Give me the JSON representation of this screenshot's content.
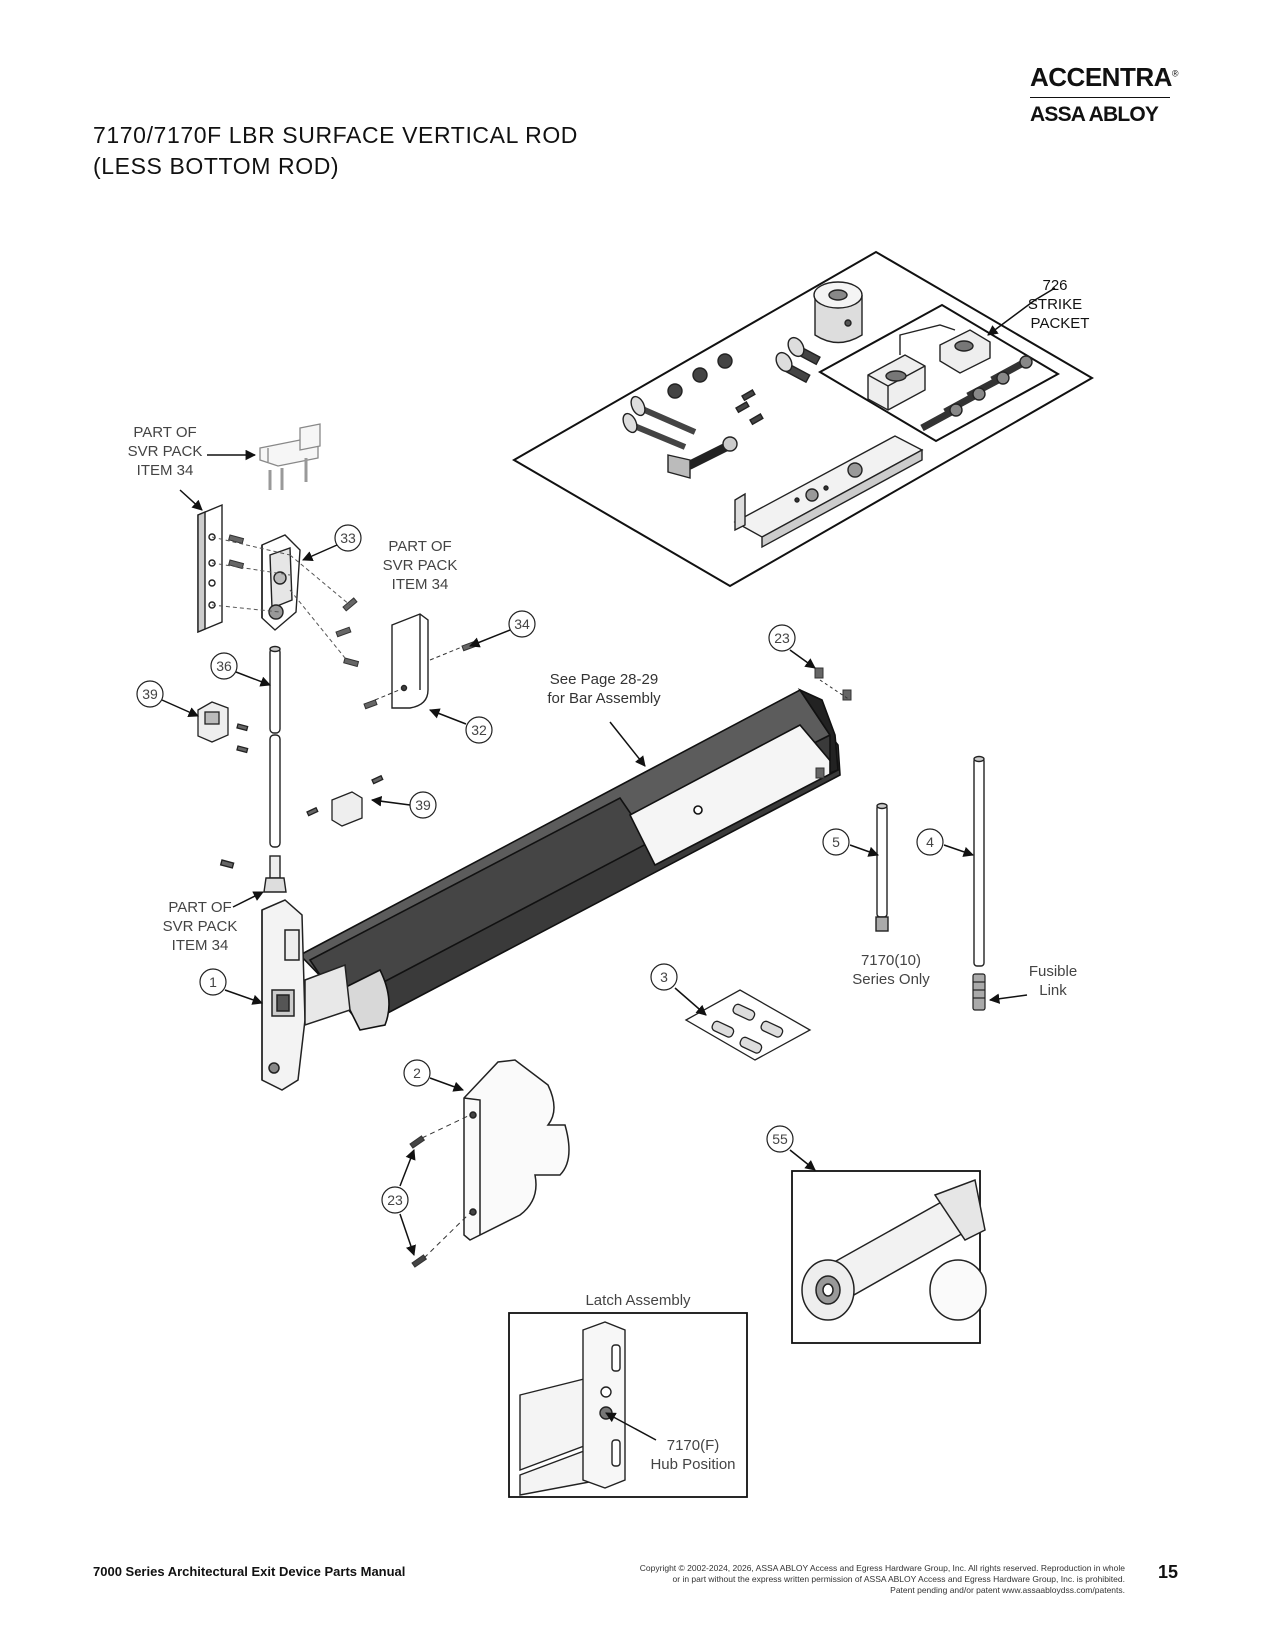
{
  "header": {
    "title_line1": "7170/7170F LBR SURFACE VERTICAL ROD",
    "title_line2": "(LESS BOTTOM ROD)",
    "logo_brand": "ACCENTRA",
    "logo_registered": "®",
    "logo_parent": "ASSA ABLOY"
  },
  "callouts": {
    "strike_packet": [
      "726",
      "STRIKE",
      "PACKET"
    ],
    "svr_pack_top": [
      "PART OF",
      "SVR PACK",
      "ITEM 34"
    ],
    "svr_pack_mid": [
      "PART OF",
      "SVR PACK",
      "ITEM 34"
    ],
    "svr_pack_bottom": [
      "PART OF",
      "SVR PACK",
      "ITEM 34"
    ],
    "bar_assembly": [
      "See Page 28-29",
      "for Bar Assembly"
    ],
    "series_only": [
      "7170(10)",
      "Series Only"
    ],
    "fusible_link": [
      "Fusible",
      "Link"
    ],
    "latch_assembly": "Latch Assembly",
    "hub_position": [
      "7170(F)",
      "Hub Position"
    ]
  },
  "item_numbers": {
    "i1": "1",
    "i2": "2",
    "i3": "3",
    "i4": "4",
    "i5": "5",
    "i23a": "23",
    "i23b": "23",
    "i32": "32",
    "i33": "33",
    "i34": "34",
    "i36": "36",
    "i39a": "39",
    "i39b": "39",
    "i55": "55"
  },
  "footer": {
    "manual_title": "7000 Series Architectural Exit Device Parts Manual",
    "copyright_line1": "Copyright © 2002-2024, 2026, ASSA ABLOY Access and Egress Hardware Group, Inc. All rights reserved. Reproduction in whole",
    "copyright_line2": "or in part without the express written permission of ASSA ABLOY Access and Egress Hardware Group, Inc. is prohibited.",
    "copyright_line3": "Patent pending and/or patent www.assaabloydss.com/patents.",
    "page_number": "15"
  }
}
